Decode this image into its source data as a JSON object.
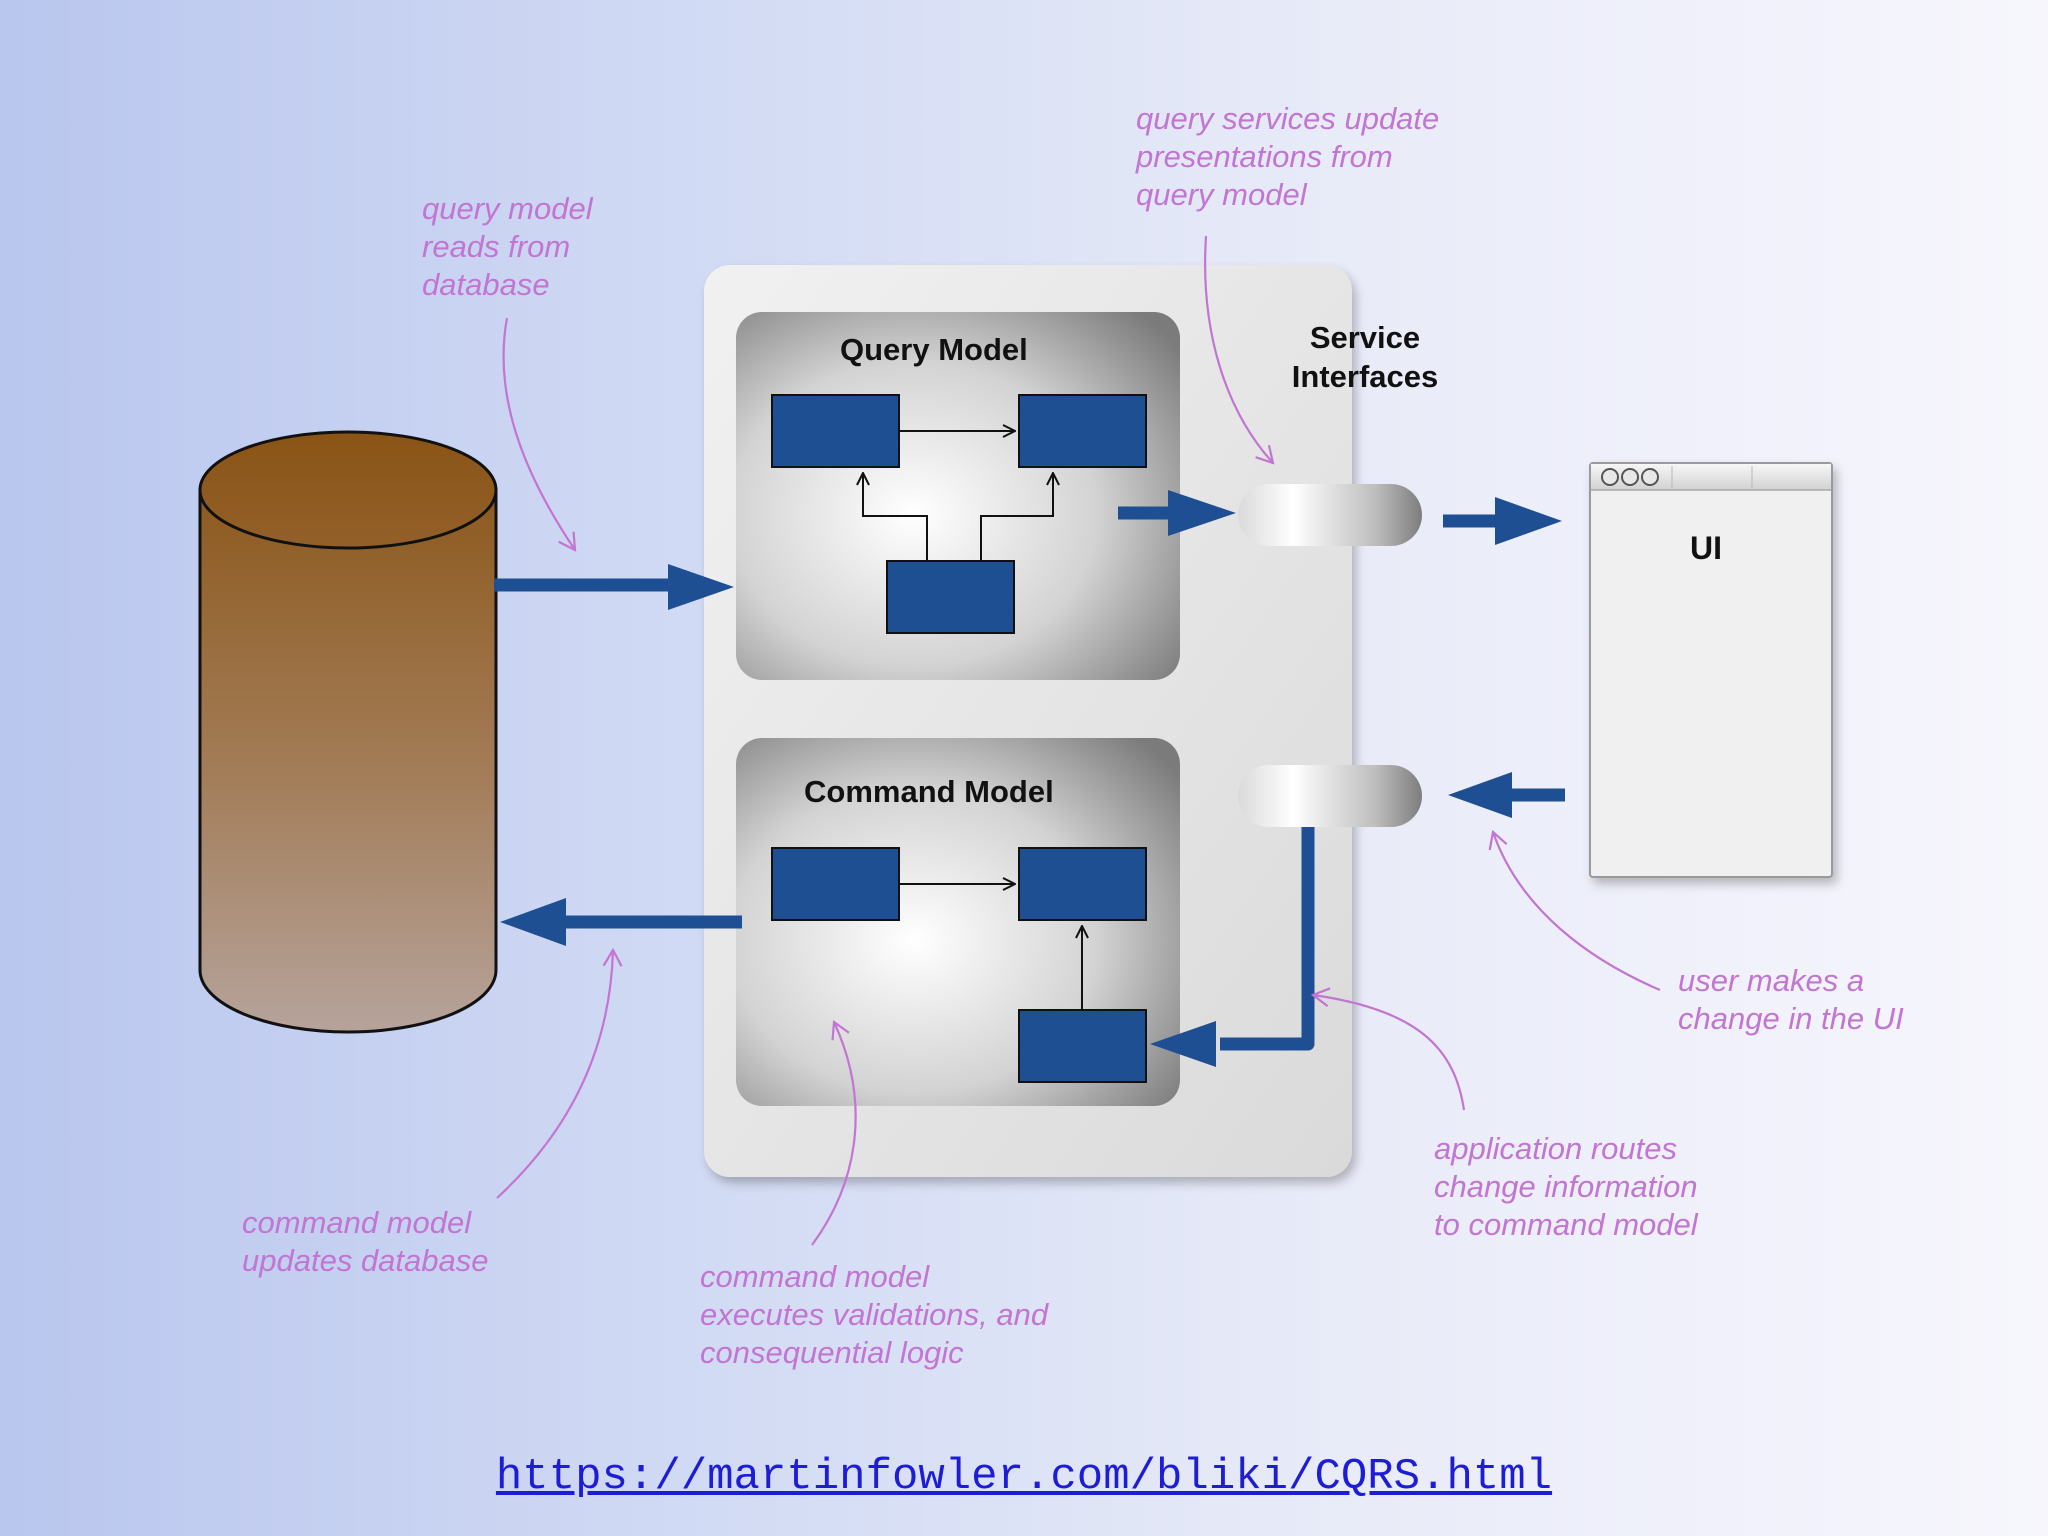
{
  "nodes": {
    "query_model": "Query Model",
    "command_model": "Command Model",
    "service_interfaces_line1": "Service",
    "service_interfaces_line2": "Interfaces",
    "ui": "UI"
  },
  "annotations": {
    "query_reads": [
      "query model",
      "reads from",
      "database"
    ],
    "query_services": [
      "query services update",
      "presentations from",
      "query model"
    ],
    "user_change": [
      "user makes a",
      "change in the UI"
    ],
    "app_routes": [
      "application routes",
      "change information",
      "to command model"
    ],
    "cmd_updates": [
      "command model",
      "updates database"
    ],
    "cmd_executes": [
      "command model",
      "executes validations, and",
      "consequential logic"
    ]
  },
  "link": {
    "text": "https://martinfowler.com/bliki/CQRS.html"
  },
  "colors": {
    "arrow_blue": "#1f4f93",
    "box_blue": "#1f4f93",
    "annotation": "#c275d2",
    "database_top": "#8b5a20",
    "database_bottom": "#b29f95"
  }
}
